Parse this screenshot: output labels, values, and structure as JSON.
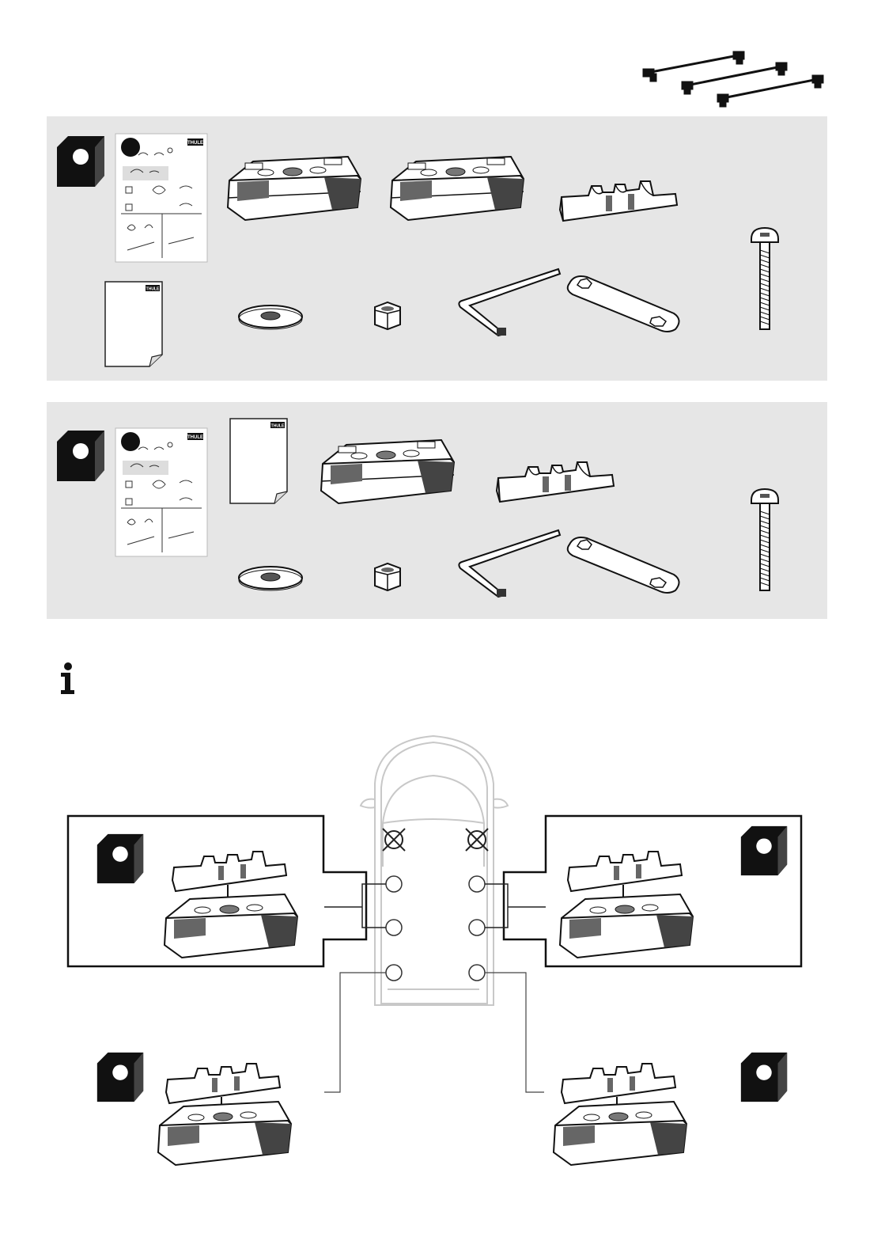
{
  "document": {
    "type": "assembly-instructions-page",
    "header_illustration": "roof-rack-three-bars",
    "panels": [
      {
        "id": "kit-a",
        "parts": [
          {
            "icon": "product-box-icon",
            "qty": ""
          },
          {
            "icon": "instruction-sheet-icon",
            "brand": "THULE"
          },
          {
            "icon": "fitting-sheet-icon",
            "brand": "THULE"
          },
          {
            "icon": "foot-pad-icon",
            "count": 2
          },
          {
            "icon": "bracket-clip-icon"
          },
          {
            "icon": "washer-icon"
          },
          {
            "icon": "hex-nut-icon"
          },
          {
            "icon": "allen-key-icon"
          },
          {
            "icon": "spanner-plate-icon"
          },
          {
            "icon": "bolt-icon"
          }
        ]
      },
      {
        "id": "kit-b",
        "parts": [
          {
            "icon": "product-box-icon",
            "qty": ""
          },
          {
            "icon": "instruction-sheet-icon",
            "brand": "THULE"
          },
          {
            "icon": "fitting-sheet-icon",
            "brand": "THULE"
          },
          {
            "icon": "foot-pad-icon",
            "count": 1
          },
          {
            "icon": "bracket-clip-icon"
          },
          {
            "icon": "washer-icon"
          },
          {
            "icon": "hex-nut-icon"
          },
          {
            "icon": "allen-key-icon"
          },
          {
            "icon": "spanner-plate-icon"
          },
          {
            "icon": "bolt-icon"
          }
        ]
      }
    ],
    "info_icon": "info-icon",
    "car_diagram": {
      "mount_points": 6,
      "excluded_points": 2,
      "callouts": [
        "front-left",
        "front-right",
        "rear-left",
        "rear-right"
      ]
    },
    "brand_mark": "THULE"
  }
}
